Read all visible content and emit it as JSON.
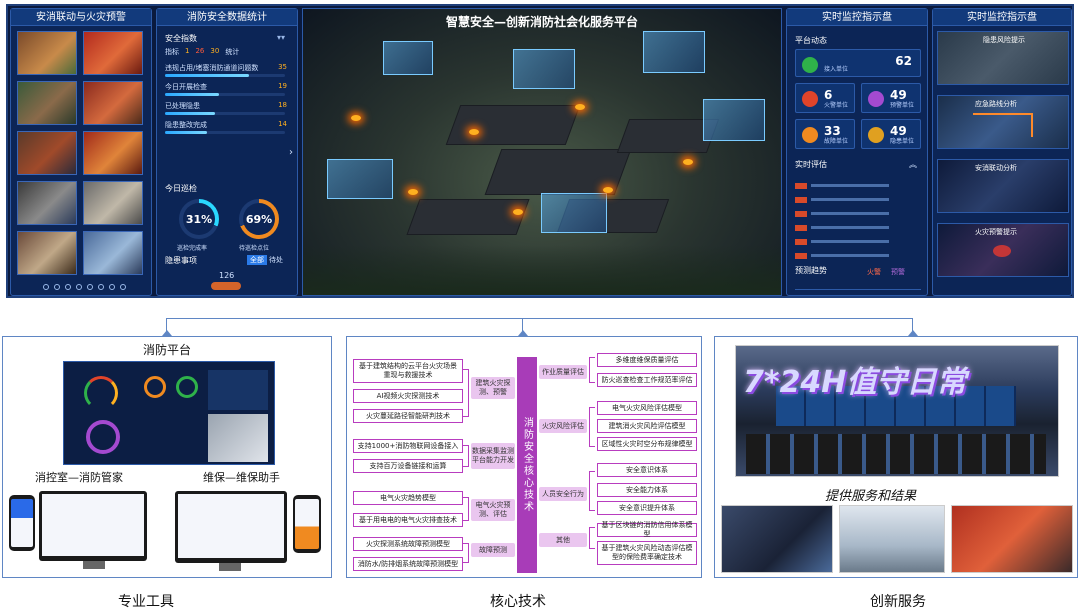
{
  "dashboard": {
    "center_title": "智慧安全—创新消防社会化服务平台",
    "left_panel": {
      "title": "安消联动与火灾预警",
      "carousel_dots": 8
    },
    "stats_panel": {
      "title": "消防安全数据统计",
      "section1": "安全指数",
      "chips": [
        "指标",
        "1",
        "26",
        "30",
        "统计"
      ],
      "rows": [
        {
          "label": "违规占用/堵塞消防通道问题数",
          "value": "35",
          "fill": 0.7
        },
        {
          "label": "今日开展检查",
          "value": "19",
          "fill": 0.45
        },
        {
          "label": "已处理隐患",
          "value": "18",
          "fill": 0.42
        },
        {
          "label": "隐患整改完成",
          "value": "14",
          "fill": 0.35
        }
      ],
      "section2": "今日巡检",
      "ring1": "31%",
      "ring1_caption": "巡检完成率",
      "ring2": "69%",
      "ring2_caption": "待巡检点位",
      "section3": "隐患事项",
      "tabs": [
        "全部",
        "待处"
      ],
      "bottom_value": "126"
    },
    "monitor_panel": {
      "title": "实时监控指示盘",
      "section1": "平台动态",
      "cards": [
        {
          "num": "62",
          "label": "接入单位",
          "color": "#2fb24a"
        },
        {
          "num": "6",
          "label": "火警单位",
          "color": "#e0442a"
        },
        {
          "num": "49",
          "label": "预警单位",
          "color": "#a44ad0"
        },
        {
          "num": "33",
          "label": "故障单位",
          "color": "#f08a20"
        },
        {
          "num": "49",
          "label": "隐患单位",
          "color": "#e0a020"
        }
      ],
      "section2": "实时评估",
      "section3": "预测趋势",
      "legend": [
        "火警",
        "预警"
      ]
    },
    "right_panel": {
      "title": "实时监控指示盘",
      "items": [
        "隐患风险提示",
        "应急路线分析",
        "安消联动分析",
        "火灾预警提示"
      ]
    }
  },
  "sections": {
    "tools": {
      "platform_label": "消防平台",
      "label_left": "消控室—消防管家",
      "label_right": "维保—维保助手",
      "footer": "专业工具"
    },
    "tech": {
      "center": "消防安全核心技术",
      "left_boxes": [
        "基于建筑结构的云平台火灾场景重现与救援技术",
        "AI视频火灾探测技术",
        "火灾蔓延路径智能研判技术",
        "支持1000+消防物联网设备接入",
        "支持百万设备链接和运算",
        "电气火灾趋势模型",
        "基于用电电的电气火灾排查技术",
        "火灾探测系统故障预测模型",
        "消防水/防排烟系统故障预测模型"
      ],
      "left_pills": [
        "建筑火灾探测、预警",
        "数据采集监测平台能力开发",
        "电气火灾预测、评估",
        "故障预测"
      ],
      "right_pills": [
        "作业质量评估",
        "火灾风险评估",
        "人员安全行为",
        "其他"
      ],
      "right_boxes": [
        "多维度维保质量评估",
        "防火巡查检查工作规范率评估",
        "电气火灾风险评估模型",
        "建筑消火灾风险评估模型",
        "区域性火灾时空分布规律模型",
        "安全意识体系",
        "安全能力体系",
        "安全意识提升体系",
        "基于区块链的消防信用体系模型",
        "基于建筑火灾风险动态评估模型的保险费率确定技术"
      ],
      "footer": "核心技术"
    },
    "service": {
      "banner": "7*24H值守日常",
      "subtitle": "提供服务和结果",
      "footer": "创新服务"
    }
  }
}
